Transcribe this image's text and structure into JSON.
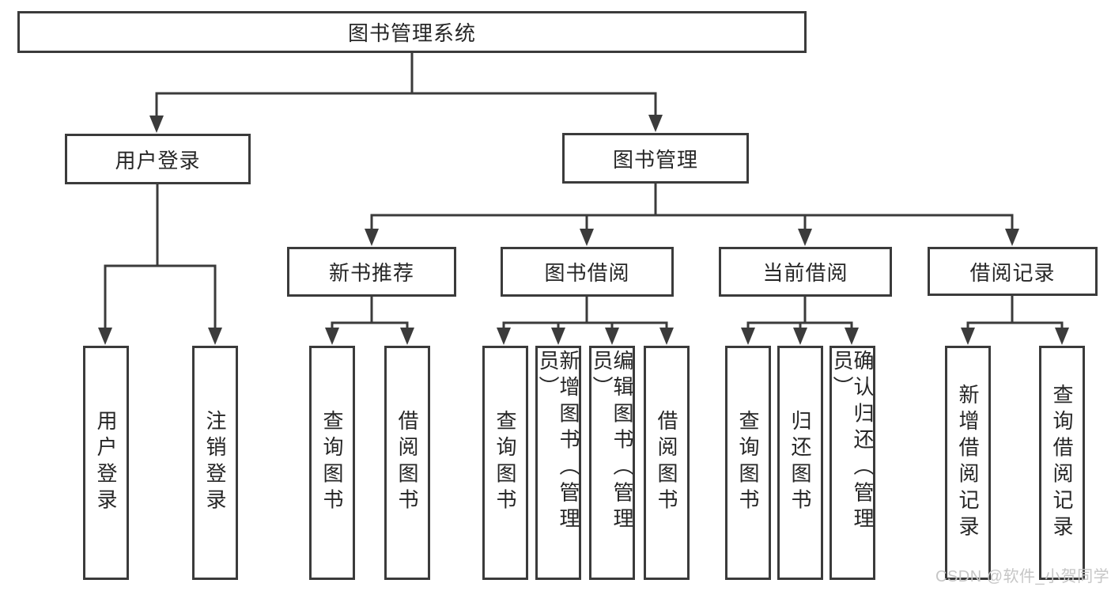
{
  "colors": {
    "line": "#3b3b3b",
    "text": "#262626",
    "watermark": "#c6c6c6",
    "background": "#ffffff"
  },
  "watermark": {
    "text": "CSDN @软件_小贺同学"
  },
  "diagram": {
    "root": {
      "label": "图书管理系统"
    },
    "level2": {
      "user_login": {
        "label": "用户登录"
      },
      "book_management": {
        "label": "图书管理"
      }
    },
    "level3": {
      "new_book_recommend": {
        "label": "新书推荐"
      },
      "book_borrow": {
        "label": "图书借阅"
      },
      "current_borrow": {
        "label": "当前借阅"
      },
      "borrow_records": {
        "label": "借阅记录"
      }
    },
    "leaves": {
      "user_login": {
        "label": "用户登录"
      },
      "logout": {
        "label": "注销登录"
      },
      "rec_query_books": {
        "label": "查询图书"
      },
      "rec_borrow_books": {
        "label": "借阅图书"
      },
      "borrow_query_books": {
        "label": "查询图书"
      },
      "borrow_add_books": {
        "label": "新增图书（管理员）"
      },
      "borrow_edit_books": {
        "label": "编辑图书（管理员）"
      },
      "borrow_borrow_books": {
        "label": "借阅图书"
      },
      "current_query_books": {
        "label": "查询图书"
      },
      "current_return_books": {
        "label": "归还图书"
      },
      "current_confirm_return": {
        "label": "确认归还（管理员）"
      },
      "records_add_record": {
        "label": "新增借阅记录"
      },
      "records_query_record": {
        "label": "查询借阅记录"
      }
    }
  }
}
